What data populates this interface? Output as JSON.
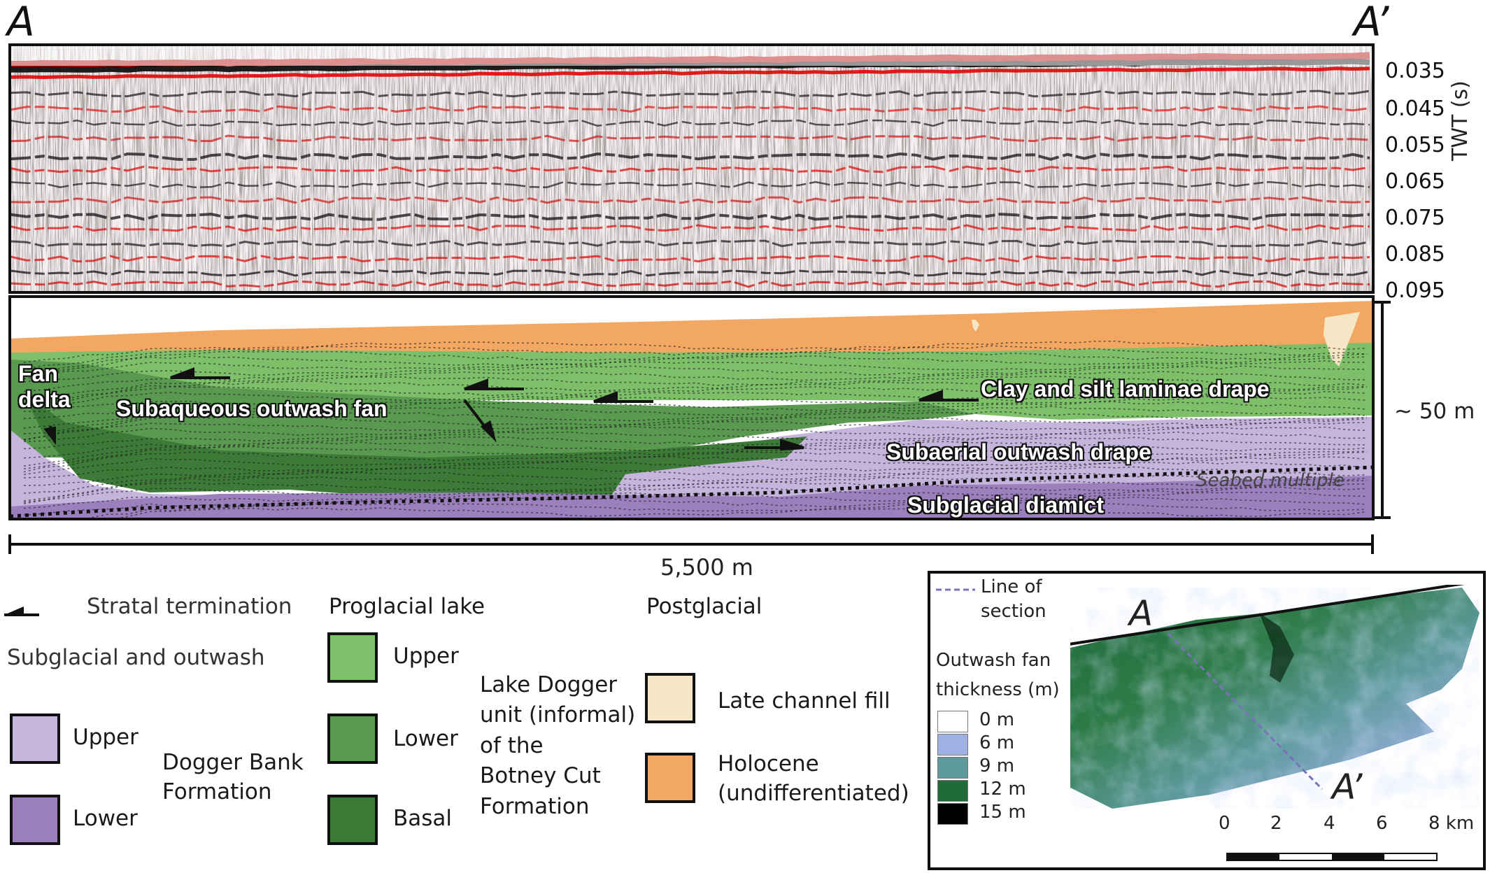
{
  "profile": {
    "start": "A",
    "end": "A’"
  },
  "twt_axis": {
    "label": "TWT (s)",
    "ticks": [
      "0.035",
      "0.045",
      "0.055",
      "0.065",
      "0.075",
      "0.085",
      "0.095"
    ]
  },
  "depth_scale": "~ 50 m",
  "horizontal_scale": "5,500 m",
  "interpretation": {
    "fan_delta": "Fan\ndelta",
    "subaqueous_fan": "Subaqueous outwash fan",
    "clay_drape": "Clay and silt laminae drape",
    "subaerial_drape": "Subaerial outwash drape",
    "seabed_multiple": "Seabed multiple",
    "diamict": "Subglacial diamict"
  },
  "legend": {
    "stratal": "Stratal termination",
    "subglacial_heading": "Subglacial and outwash",
    "proglacial_heading": "Proglacial lake",
    "postglacial_heading": "Postglacial",
    "upper": "Upper",
    "lower": "Lower",
    "lower2": "Lower",
    "upper2": "Upper",
    "basal": "Basal",
    "dogger_bank": "Dogger Bank\nFormation",
    "lake_dogger": "Lake Dogger\nunit (informal)\nof the\nBotney Cut\nFormation",
    "late_channel": "Late channel fill",
    "holocene": "Holocene\n(undifferentiated)",
    "colors": {
      "subglacial_upper": "#c5b5dc",
      "subglacial_lower": "#9b80bd",
      "lake_upper": "#7ec06a",
      "lake_lower": "#5a9a50",
      "lake_basal": "#3d7a38",
      "late_channel": "#f5e6c5",
      "holocene": "#f2a862"
    }
  },
  "inset": {
    "line_label": "Line of\nsection",
    "thickness_title": "Outwash fan\nthickness (m)",
    "thickness_classes": [
      {
        "label": "0 m",
        "color": "#ffffff"
      },
      {
        "label": "6 m",
        "color": "#9fb0e2"
      },
      {
        "label": "9 m",
        "color": "#5d9a9c"
      },
      {
        "label": "12 m",
        "color": "#1f6b3a"
      },
      {
        "label": "15 m",
        "color": "#000000"
      }
    ],
    "map_start": "A",
    "map_end": "A’",
    "km_ticks": [
      "0",
      "2",
      "4",
      "6",
      "8 km"
    ]
  }
}
